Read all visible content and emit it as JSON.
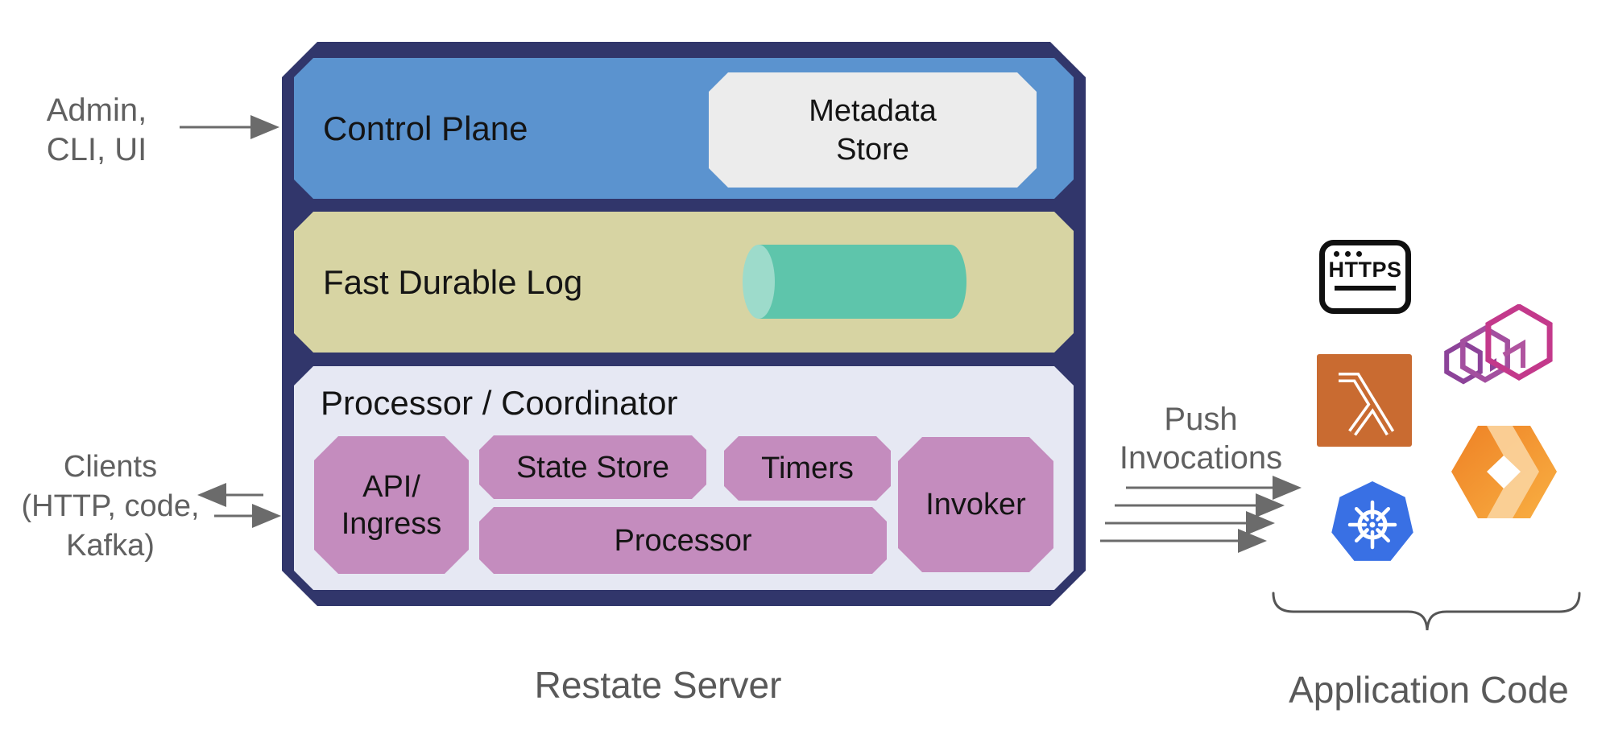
{
  "server": {
    "label": "Restate Server",
    "control_plane": {
      "label": "Control Plane"
    },
    "metadata_store": {
      "line1": "Metadata",
      "line2": "Store"
    },
    "durable_log": {
      "label": "Fast Durable Log"
    },
    "processor_coordinator": {
      "label": "Processor / Coordinator",
      "api_ingress": {
        "line1": "API/",
        "line2": "Ingress"
      },
      "state_store": {
        "label": "State Store"
      },
      "timers": {
        "label": "Timers"
      },
      "processor": {
        "label": "Processor"
      },
      "invoker": {
        "label": "Invoker"
      }
    }
  },
  "annotations": {
    "admin": {
      "line1": "Admin,",
      "line2": "CLI, UI"
    },
    "clients": {
      "line1": "Clients",
      "line2": "(HTTP, code,",
      "line3": "Kafka)"
    },
    "push": {
      "line1": "Push",
      "line2": "Invocations"
    },
    "application": {
      "label": "Application Code"
    }
  },
  "icons": {
    "https": {
      "name": "https-browser-icon",
      "label": "HTTPS"
    },
    "lambda": {
      "name": "aws-lambda-icon"
    },
    "hexagons": {
      "name": "containers-hexagons-icon"
    },
    "kubernetes": {
      "name": "kubernetes-icon"
    },
    "workers": {
      "name": "cloudflare-workers-icon"
    }
  },
  "colors": {
    "outer_frame": "#31366b",
    "control_plane": "#5b93cf",
    "metadata_store": "#ececec",
    "durable_log": "#d7d4a3",
    "log_cylinder": "#5ec5ab",
    "log_cylinder_cap": "#9ddbcb",
    "processor_panel": "#e6e8f3",
    "component_purple": "#c48cbe",
    "label_text": "#141414",
    "annotation_text": "#606060",
    "caption_text": "#595959",
    "arrow": "#6b6b6b",
    "lambda_orange": "#c96b31",
    "kubernetes_blue": "#3970e4",
    "hexagons_magenta": "#c3398b",
    "workers_orange": "#f6821f"
  }
}
